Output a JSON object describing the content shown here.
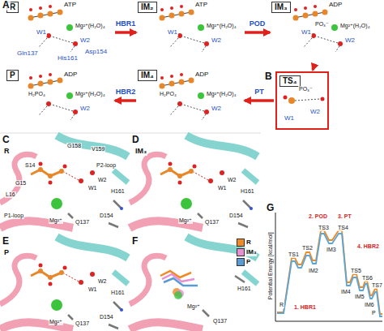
{
  "diagram": {
    "nodes": [
      {
        "text": [
          "R"
        ]
      },
      {
        "text": [
          "IM₂"
        ]
      },
      {
        "text": [
          "IM₃"
        ]
      },
      {
        "text": [
          "P"
        ]
      },
      {
        "text": [
          "IM₄"
        ]
      },
      {
        "text": [
          "TS₄"
        ]
      }
    ],
    "edges": [
      {
        "from": 0,
        "to": 1,
        "label": "HBR1",
        "arrow": "to"
      },
      {
        "from": 1,
        "to": 2,
        "label": "POD",
        "arrow": "to"
      },
      {
        "from": 2,
        "to": 5,
        "arrow": "to"
      },
      {
        "from": 5,
        "to": 4,
        "label": "PT",
        "arrow": "to"
      },
      {
        "from": 4,
        "to": 3,
        "label": "HBR2",
        "arrow": "to"
      }
    ],
    "labels": [
      "A",
      "ATP",
      "Mg²⁺(H₂O)₄",
      "W1",
      "W2",
      "Asp154",
      "Gln137",
      "His161",
      "ATP",
      "Mg²⁺(H₂O)₄",
      "W1",
      "W2",
      "ADP",
      "PO₃⁻",
      "Mg²⁺(H₂O)₄",
      "W1",
      "W2",
      "B",
      "PO₃⁻",
      "W1",
      "W2",
      "ADP",
      "H₂PO₄",
      "W2",
      "ADP",
      "H₂PO₄",
      "W2",
      "C",
      "R",
      "S14",
      "G15",
      "L16",
      "P1-loop",
      "G158",
      "V159",
      "P2-loop",
      "H161",
      "W1",
      "W2",
      "D154",
      "Q137",
      "Mg²⁺",
      "D",
      "IM₃",
      "W1",
      "W2",
      "H161",
      "D154",
      "Q137",
      "Mg²⁺",
      "E",
      "P",
      "W1",
      "W2",
      "H161",
      "D154",
      "Q137",
      "Mg²⁺",
      "F",
      "Mg²⁺",
      "Q137",
      "H161",
      "G",
      "Potential Energy [kcal/mol]",
      "1. HBR1",
      "2. POD",
      "3. PT",
      "4. HBR2",
      "TS1",
      "TS2",
      "IM2",
      "TS3",
      "IM3",
      "TS4",
      "IM4",
      "TS5",
      "IM5",
      "TS6",
      "IM6",
      "TS7",
      "R",
      "P",
      "Mg²⁺(H₂O)₄",
      "Mg²⁺(H₂O)₄"
    ],
    "legend": [
      {
        "text": "R",
        "color": "#f08a24"
      },
      {
        "text": "IM₃",
        "color": "#e68fd1"
      },
      {
        "text": "P",
        "color": "#5b9bd5"
      }
    ]
  }
}
